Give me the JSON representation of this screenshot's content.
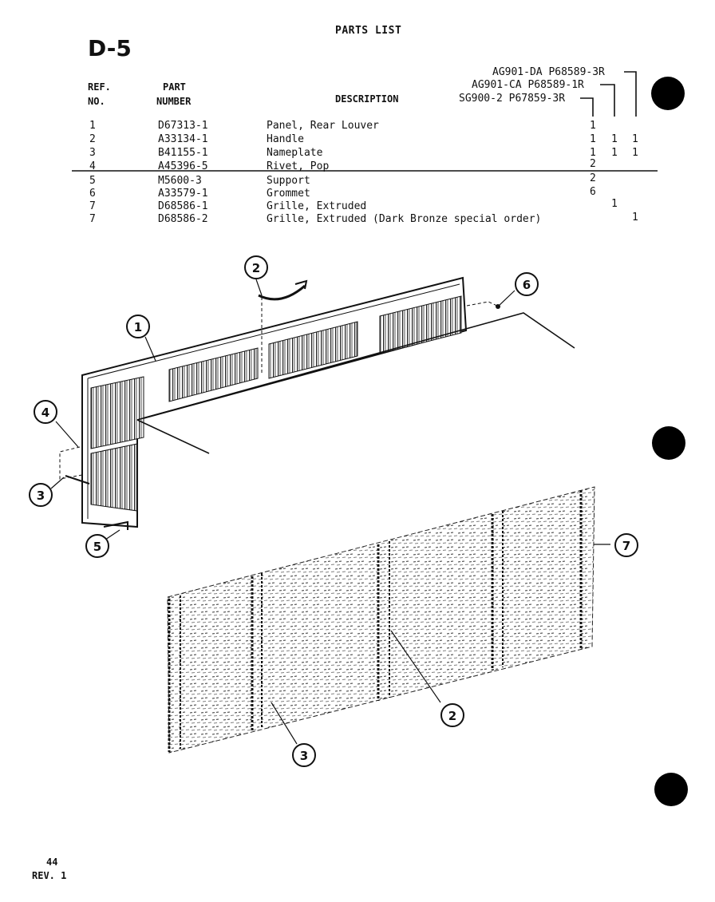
{
  "page_code": "D-5",
  "heading": "PARTS LIST",
  "models": [
    {
      "label": "AG901-DA P68589-3R"
    },
    {
      "label": "AG901-CA P68589-1R"
    },
    {
      "label": "SG900-2 P67859-3R"
    }
  ],
  "columns": {
    "ref_line1": "REF.",
    "ref_line2": "NO.",
    "part_line1": "PART",
    "part_line2": "NUMBER",
    "description": "DESCRIPTION"
  },
  "rows": [
    {
      "ref": "1",
      "part": "D67313-1",
      "desc": "Panel, Rear Louver",
      "q1": "1",
      "q2": "",
      "q3": ""
    },
    {
      "ref": "2",
      "part": "A33134-1",
      "desc": "Handle",
      "q1": "1",
      "q2": "1",
      "q3": "1"
    },
    {
      "ref": "3",
      "part": "B41155-1",
      "desc": "Nameplate",
      "q1": "1",
      "q2": "1",
      "q3": "1"
    },
    {
      "ref": "4",
      "part": "A45396-5",
      "desc": "Rivet, Pop",
      "q1": "2",
      "q2": "",
      "q3": ""
    },
    {
      "ref": "5",
      "part": "M5600-3",
      "desc": "Support",
      "q1": "2",
      "q2": "",
      "q3": ""
    },
    {
      "ref": "6",
      "part": "A33579-1",
      "desc": "Grommet",
      "q1": "6",
      "q2": "",
      "q3": ""
    },
    {
      "ref": "7",
      "part": "D68586-1",
      "desc": "Grille, Extruded",
      "q1": "",
      "q2": "1",
      "q3": ""
    },
    {
      "ref": "7",
      "part": "D68586-2",
      "desc": "Grille, Extruded (Dark Bronze special order)",
      "q1": "",
      "q2": "",
      "q3": "1"
    }
  ],
  "callouts": [
    "1",
    "2",
    "3",
    "4",
    "5",
    "6",
    "7",
    "2",
    "3"
  ],
  "footer": {
    "page_number": "44",
    "revision": "REV. 1"
  }
}
